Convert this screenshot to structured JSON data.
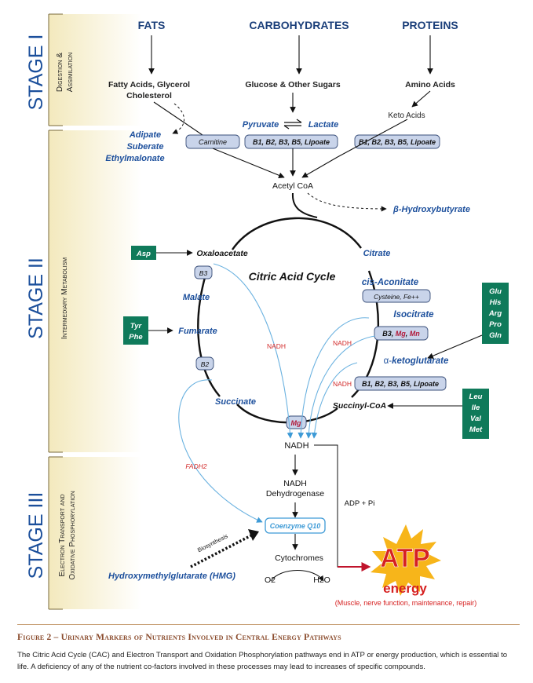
{
  "stages": {
    "stage1": {
      "label": "STAGE I",
      "subtitle_1": "Digestion &",
      "subtitle_2": "Assimilation"
    },
    "stage2": {
      "label": "STAGE II",
      "subtitle": "Intermediary Metabolism"
    },
    "stage3": {
      "label": "STAGE III",
      "subtitle_1": "Electron Transport and",
      "subtitle_2": "Oxidative Phosphorylation"
    }
  },
  "nutrients": {
    "fats": "FATS",
    "carbs": "CARBOHYDRATES",
    "proteins": "PROTEINS"
  },
  "stage1_products": {
    "fatty_1": "Fatty Acids, Glycerol",
    "fatty_2": "Cholesterol",
    "glucose": "Glucose & Other Sugars",
    "amino": "Amino Acids",
    "keto": "Keto Acids"
  },
  "side_markers": {
    "adipate": "Adipate",
    "suberate": "Suberate",
    "ethylmalonate": "Ethylmalonate",
    "pyruvate": "Pyruvate",
    "lactate": "Lactate",
    "beta_hydroxybutyrate": "β-Hydroxybutyrate"
  },
  "cofactors": {
    "carnitine": "Carnitine",
    "bvit_carb": "B1, B2, B3, B5, Lipoate",
    "bvit_prot": "B1, B2, B3, B5, Lipoate",
    "b3": "B3",
    "b2": "B2",
    "cysteine": "Cysteine, Fe++",
    "iso_b3": "B3, ",
    "iso_mg": "Mg",
    "iso_sep": ", ",
    "iso_mn": "Mn",
    "akg_bvit": "B1, B2, B3, B5, Lipoate",
    "mg": "Mg"
  },
  "cycle": {
    "acetyl_coa": "Acetyl CoA",
    "title": "Citric Acid Cycle",
    "oxaloacetate": "Oxaloacetate",
    "citrate": "Citrate",
    "cis_aconitate": "cis-Aconitate",
    "isocitrate": "Isocitrate",
    "alpha_kg_prefix": "α-",
    "alpha_kg": "ketoglutarate",
    "succinyl_coa": "Succinyl-CoA",
    "succinate": "Succinate",
    "fumarate": "Fumarate",
    "malate": "Malate"
  },
  "amino_boxes": {
    "asp": "Asp",
    "tyr": "Tyr",
    "phe": "Phe",
    "glu": "Glu",
    "his": "His",
    "arg": "Arg",
    "pro": "Pro",
    "gln": "Gln",
    "leu": "Leu",
    "ile": "Ile",
    "val": "Val",
    "met": "Met"
  },
  "electron": {
    "nadh_1": "NADH",
    "nadh_2": "NADH",
    "nadh_3": "NADH",
    "fadh2": "FADH2",
    "nadh_main": "NADH",
    "nadh_dh_1": "NADH",
    "nadh_dh_2": "Dehydrogenase",
    "adp": "ADP + Pi",
    "coq10": "Coenzyme Q10",
    "biosynthesis": "Biosynthesis",
    "hmg": "Hydroxymethylglutarate (HMG)",
    "cytochromes": "Cytochromes",
    "o2": "O2",
    "h2o": "H2O"
  },
  "atp": {
    "label": "ATP",
    "energy": "energy",
    "note": "(Muscle, nerve function, maintenance, repair)"
  },
  "caption": {
    "title": "Figure 2 – Urinary Markers of Nutrients Involved in Central Energy Pathways",
    "text": "The Citric Acid Cycle (CAC) and Electron Transport and Oxidation Phosphorylation pathways end in ATP or energy production, which is essential to life. A deficiency of any of the nutrient co-factors involved in these processes may lead to increases of specific compounds."
  },
  "colors": {
    "navy": "#1b3f7a",
    "blue_label": "#1c4f9c",
    "stage_bg": "#f6f0d2",
    "cofactor_fill": "#c9d4ea",
    "amino_green": "#0f7a5a",
    "nadh_red": "#d22a2a",
    "atp_red": "#d62020",
    "atp_burst": "#f7b51a",
    "light_blue_line": "#6bb2e0",
    "caption_brown": "#8a4b2c"
  }
}
